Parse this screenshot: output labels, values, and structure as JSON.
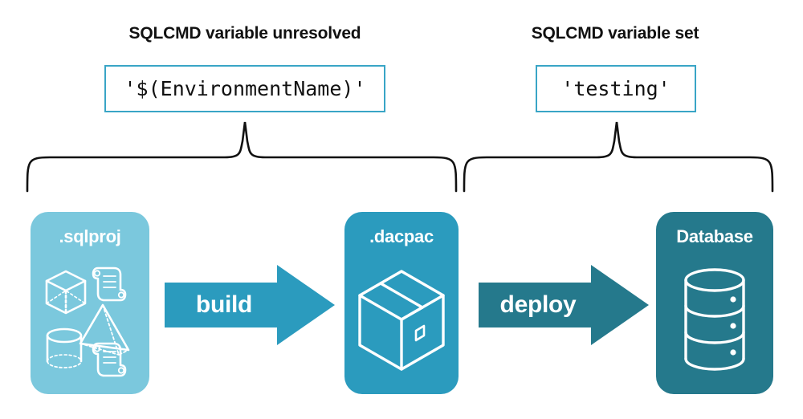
{
  "diagram": {
    "title_groups": [
      {
        "id": "left",
        "label": "SQLCMD variable unresolved"
      },
      {
        "id": "right",
        "label": "SQLCMD variable set"
      }
    ],
    "code_boxes": [
      {
        "id": "left",
        "value": "'$(EnvironmentName)'"
      },
      {
        "id": "right",
        "value": "'testing'"
      }
    ],
    "stages": [
      {
        "id": "sqlproj",
        "label": ".sqlproj",
        "icon": "shapes-and-scripts-icon",
        "color": "#7bc8dd"
      },
      {
        "id": "dacpac",
        "label": ".dacpac",
        "icon": "package-box-icon",
        "color": "#2b9bbe"
      },
      {
        "id": "database",
        "label": "Database",
        "icon": "database-cylinder-icon",
        "color": "#25798c"
      }
    ],
    "arrows": [
      {
        "id": "build",
        "label": "build",
        "color": "#2b9bbe"
      },
      {
        "id": "deploy",
        "label": "deploy",
        "color": "#25798c"
      }
    ],
    "colors": {
      "background": "#ffffff",
      "code_box_border": "#39a5c6",
      "brace_stroke": "#111111",
      "text": "#111111",
      "light_blue": "#7bc8dd",
      "mid_teal": "#2b9bbe",
      "dark_teal": "#25798c"
    }
  }
}
